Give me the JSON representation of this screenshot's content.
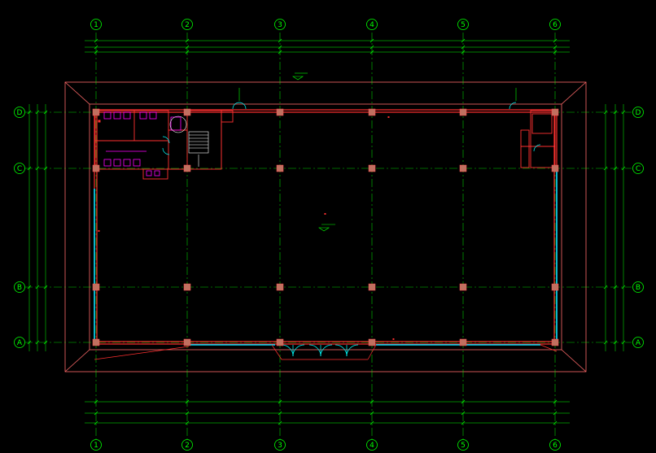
{
  "grid": {
    "columns": [
      "1",
      "2",
      "3",
      "4",
      "5",
      "6"
    ],
    "rows": [
      "D",
      "C",
      "B",
      "A"
    ]
  },
  "colors": {
    "background": "#000000",
    "grid_axis": "#00ff00",
    "dimension": "#00ff00",
    "wall": "#ff3030",
    "column": "#c07060",
    "glazing": "#00e0ff",
    "fixtures": "#ff00ff",
    "stair": "#ffffff",
    "door_swing": "#00ffff",
    "label": "#ff3030"
  },
  "icons": [
    "north-arrow-icon",
    "level-mark-icon"
  ]
}
